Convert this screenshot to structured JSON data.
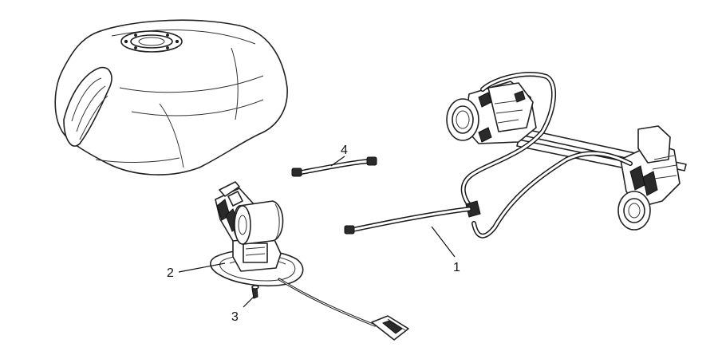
{
  "diagram": {
    "callouts": [
      {
        "id": "1",
        "label": "1"
      },
      {
        "id": "2",
        "label": "2"
      },
      {
        "id": "3",
        "label": "3"
      },
      {
        "id": "4",
        "label": "4"
      }
    ]
  },
  "colors": {
    "line": "#222222",
    "background": "#ffffff"
  }
}
